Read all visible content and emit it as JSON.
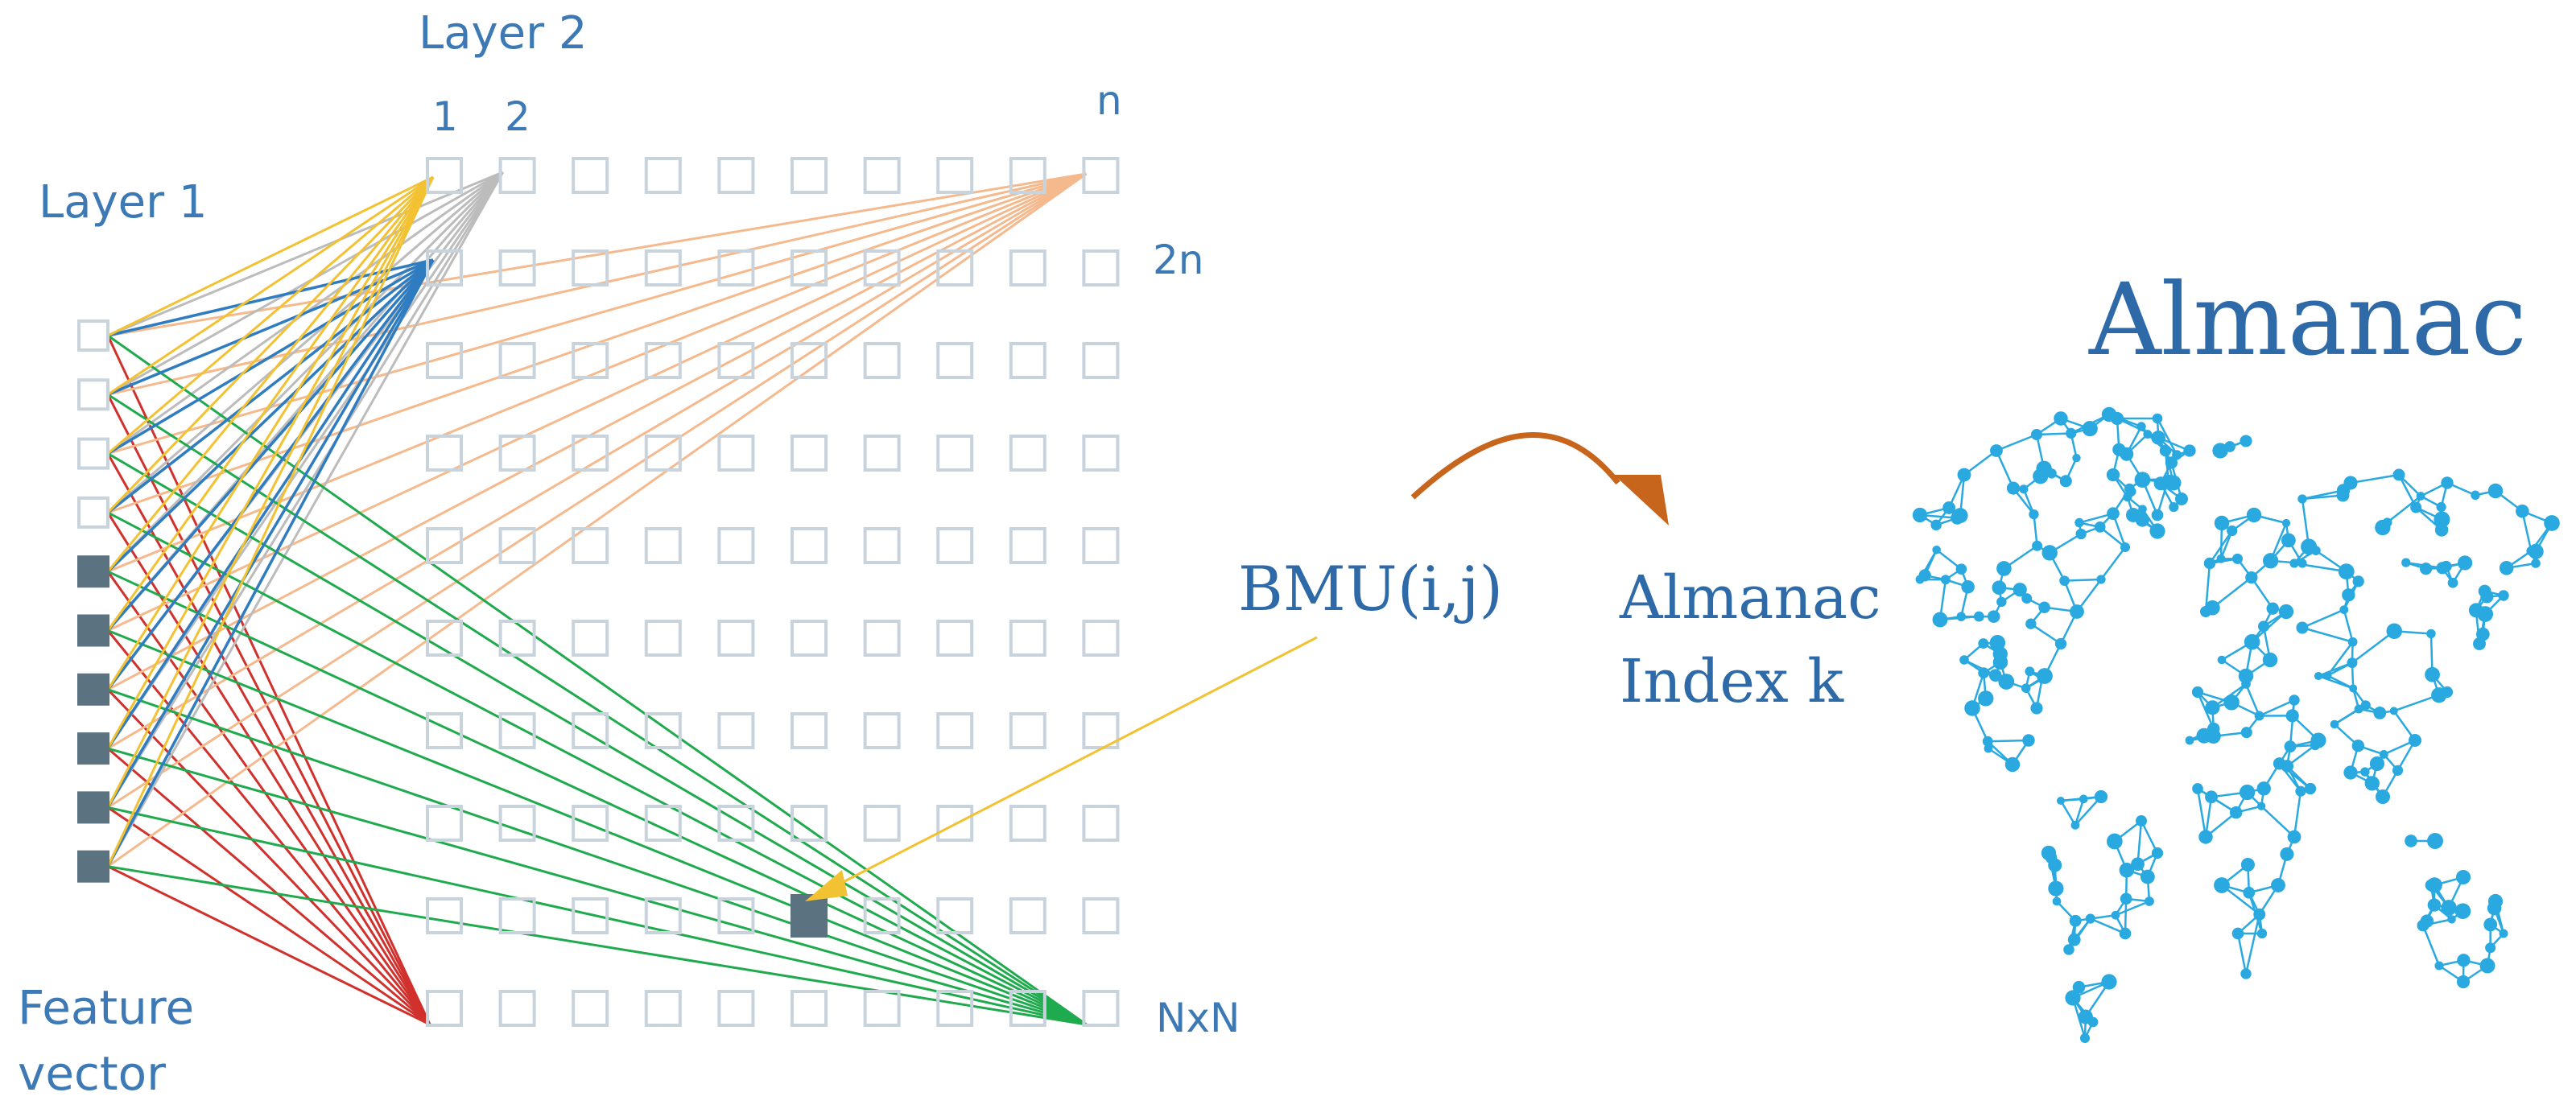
{
  "labels": {
    "layer2": "Layer 2",
    "layer1": "Layer 1",
    "col1": "1",
    "col2": "2",
    "coln": "n",
    "row2n": "2n",
    "nxn": "NxN",
    "feature_line1": "Feature",
    "feature_line2": "vector",
    "bmu": "BMU(i,j)",
    "index_line1": "Almanac",
    "index_line2": "Index k",
    "almanac_title": "Almanac"
  },
  "diagram": {
    "feature_vector_size": 10,
    "feature_vector_filled_from": 4,
    "grid_rows": 10,
    "grid_cols": 10,
    "bmu_cell": {
      "row": 9,
      "col": 6
    },
    "colors": {
      "grid_cell": "#c9d3dc",
      "filled_node": "#5b7280",
      "label_blue": "#3d7ab5",
      "serif_blue": "#2f6aa8",
      "yellow": "#f2c232",
      "gray": "#bcbcbc",
      "blue": "#2f7cc0",
      "peach": "#f5b98e",
      "red": "#d0312d",
      "green": "#1faa4e",
      "bmu_arrow": "#f2c232",
      "curve_arrow": "#c8651c",
      "map": "#29a9e0"
    },
    "icons": [
      "world-map-network-icon",
      "curved-arrow-icon"
    ]
  }
}
